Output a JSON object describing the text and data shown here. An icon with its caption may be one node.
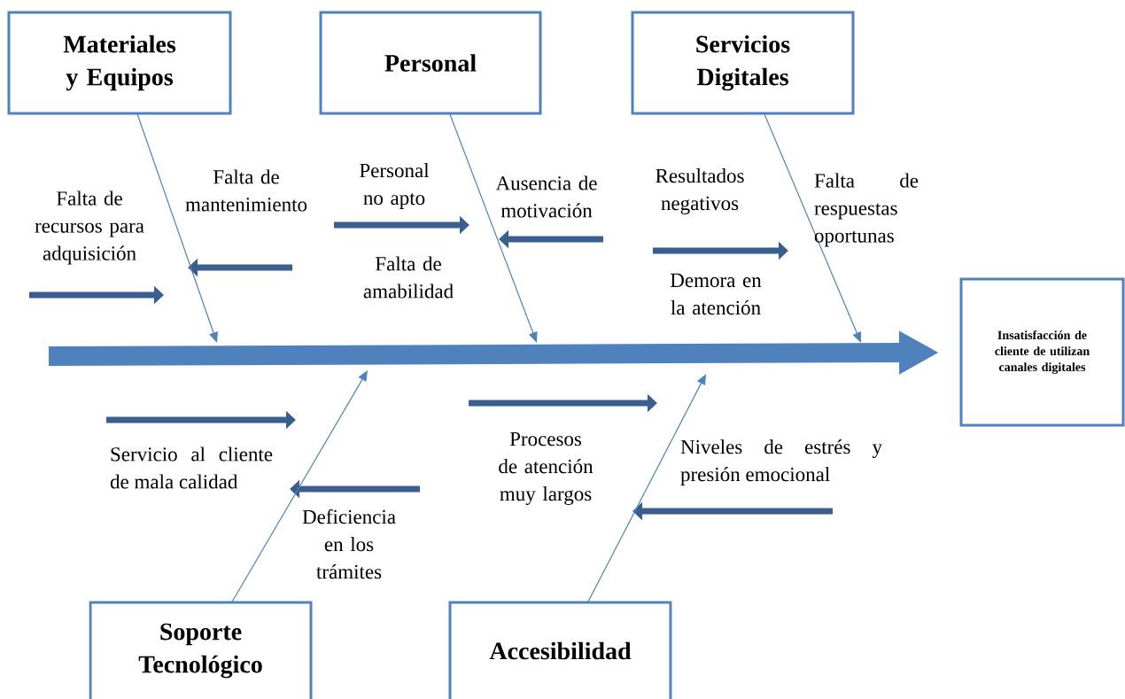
{
  "diagram": {
    "nodes": [
      {
        "text": [
          "Materiales y Equipos"
        ]
      },
      {
        "text": [
          "Personal"
        ]
      },
      {
        "text": [
          "Servicios Digitales"
        ]
      },
      {
        "text": [
          "Soporte Tecnológico"
        ]
      },
      {
        "text": [
          "Accesibilidad"
        ]
      },
      {
        "text": [
          "Insatisfacción de cliente de utilizan canales digitales"
        ]
      }
    ],
    "edges": [
      {
        "from": null,
        "to": 5,
        "arrow": "to",
        "style": "thick"
      },
      {
        "from": 0,
        "to": null,
        "arrow": "to"
      },
      {
        "from": 1,
        "to": null,
        "arrow": "to"
      },
      {
        "from": 2,
        "to": null,
        "arrow": "to"
      },
      {
        "from": 3,
        "to": null,
        "arrow": "to"
      },
      {
        "from": 4,
        "to": null,
        "arrow": "to"
      }
    ],
    "labels": [
      "Falta de recursos para adquisición",
      "Falta de mantenimiento",
      "Personal no apto",
      "Ausencia de motivación",
      "Resultados negativos",
      "Falta de respuestas oportunas",
      "Falta de amabilidad",
      "Demora en la atención",
      "Servicio al cliente de mala calidad",
      "Procesos de atención muy largos",
      "Niveles de estrés y presión emocional",
      "Deficiencia en los trámites"
    ]
  }
}
